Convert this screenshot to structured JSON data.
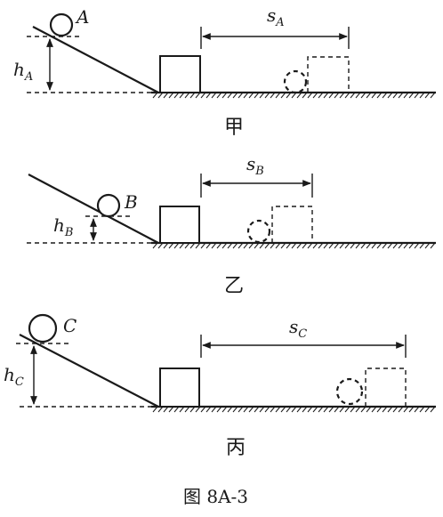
{
  "panels": [
    {
      "ball_label": "A",
      "height_label": "h",
      "height_sub": "A",
      "distance_label": "s",
      "distance_sub": "A",
      "caption": "甲"
    },
    {
      "ball_label": "B",
      "height_label": "h",
      "height_sub": "B",
      "distance_label": "s",
      "distance_sub": "B",
      "caption": "乙"
    },
    {
      "ball_label": "C",
      "height_label": "h",
      "height_sub": "C",
      "distance_label": "s",
      "distance_sub": "C",
      "caption": "丙"
    }
  ],
  "figure_caption": "图 8A-3"
}
